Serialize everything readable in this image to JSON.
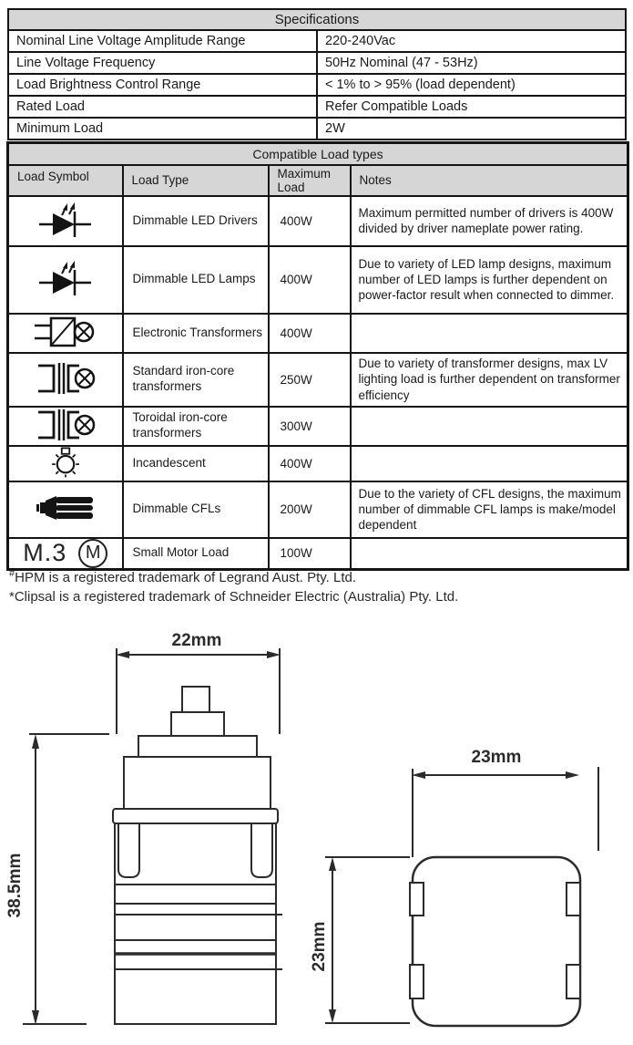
{
  "specifications": {
    "title": "Specifications",
    "rows": [
      {
        "label": "Nominal Line Voltage Amplitude Range",
        "value": "220-240Vac"
      },
      {
        "label": "Line Voltage Frequency",
        "value": "50Hz Nominal (47 - 53Hz)"
      },
      {
        "label": "Load Brightness Control Range",
        "value": "< 1% to > 95% (load dependent)"
      },
      {
        "label": "Rated Load",
        "value": "Refer Compatible Loads"
      },
      {
        "label": "Minimum Load",
        "value": "2W"
      }
    ]
  },
  "compatible_loads": {
    "title": "Compatible Load types",
    "columns": [
      "Load Symbol",
      "Load Type",
      "Maximum Load",
      "Notes"
    ],
    "rows": [
      {
        "symbol_icon": "led-diode-icon",
        "load_type": "Dimmable LED Drivers",
        "maximum_load": "400W",
        "notes": "Maximum permitted number of drivers is 400W divided by driver nameplate power rating."
      },
      {
        "symbol_icon": "led-diode-icon",
        "load_type": "Dimmable LED Lamps",
        "maximum_load": "400W",
        "notes": "Due to variety of LED lamp designs, maximum number of LED lamps is further dependent on power-factor result when connected to dimmer."
      },
      {
        "symbol_icon": "electronic-transformer-icon",
        "load_type": "Electronic Transformers",
        "maximum_load": "400W",
        "notes": ""
      },
      {
        "symbol_icon": "iron-core-transformer-icon",
        "load_type": "Standard iron-core transformers",
        "maximum_load": "250W",
        "notes": "Due to variety of transformer designs, max LV lighting load is further dependent on transformer efficiency"
      },
      {
        "symbol_icon": "iron-core-transformer-icon",
        "load_type": "Toroidal iron-core transformers",
        "maximum_load": "300W",
        "notes": ""
      },
      {
        "symbol_icon": "incandescent-lamp-icon",
        "load_type": "Incandescent",
        "maximum_load": "400W",
        "notes": ""
      },
      {
        "symbol_icon": "cfl-lamp-icon",
        "load_type": "Dimmable CFLs",
        "maximum_load": "200W",
        "notes": "Due to the variety of CFL designs, the maximum number of dimmable CFL lamps is make/model dependent"
      },
      {
        "symbol_icon": "motor-icon",
        "load_type": "Small Motor Load",
        "maximum_load": "100W",
        "notes": ""
      }
    ],
    "motor_symbol": {
      "text": "M.3",
      "circle_letter": "M"
    }
  },
  "footnotes": [
    {
      "marker": "#",
      "text": "HPM is a registered trademark of Legrand Aust. Pty. Ltd."
    },
    {
      "marker": "*",
      "text": "Clipsal is a registered trademark of Schneider Electric (Australia) Pty. Ltd."
    }
  ],
  "diagrams": {
    "front_view": {
      "width_label": "22mm",
      "height_label": "38.5mm"
    },
    "top_view": {
      "width_label": "23mm",
      "height_label": "23mm"
    }
  },
  "colors": {
    "table_header_bg": "#d6d6d6",
    "line_color": "#141414"
  }
}
